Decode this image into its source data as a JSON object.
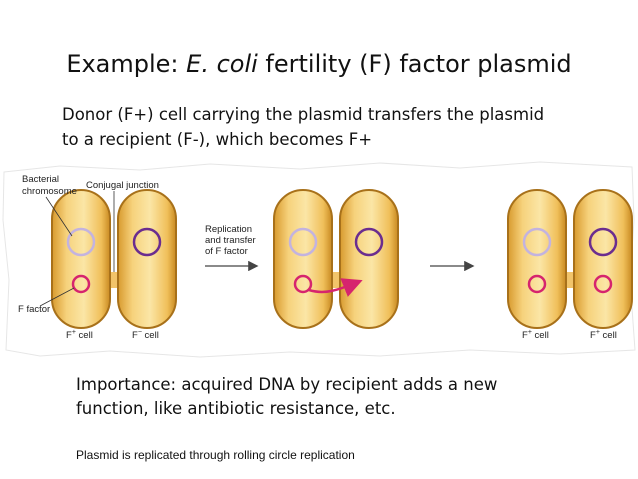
{
  "title": {
    "prefix": "Example: ",
    "species": "E. coli",
    "suffix": " fertility (F) factor plasmid"
  },
  "intro": {
    "line1": "Donor (F+) cell carrying the plasmid transfers the plasmid",
    "line2": "to a recipient (F-), which becomes F+"
  },
  "figure": {
    "labels": {
      "bacterial_chromosome_1": "Bacterial",
      "bacterial_chromosome_2": "chromosome",
      "conjugal_junction": "Conjugal junction",
      "f_factor": "F factor",
      "replication_1": "Replication",
      "replication_2": "and transfer",
      "replication_3": "of F factor",
      "cell_f_plus_left": "F",
      "cell_f_plus_left_sup": "+",
      "cell_f_plus_left_word": " cell",
      "cell_f_minus": "F",
      "cell_f_minus_sup": "−",
      "cell_f_minus_word": " cell",
      "cell_final_left": "F",
      "cell_final_left_sup": "+",
      "cell_final_left_word": " cell",
      "cell_final_right": "F",
      "cell_final_right_sup": "+",
      "cell_final_right_word": " cell"
    },
    "colors": {
      "cell_fill": "#f2c46a",
      "cell_edge": "#b07a1e",
      "chromosome_donor": "#b9a6d6",
      "chromosome_recipient": "#6b2d8f",
      "plasmid": "#d6246e",
      "arrow": "#444444"
    }
  },
  "importance": {
    "line1": "Importance: acquired DNA by recipient adds a new",
    "line2": "function, like antibiotic resistance, etc."
  },
  "footnote": "Plasmid is replicated through rolling circle replication"
}
